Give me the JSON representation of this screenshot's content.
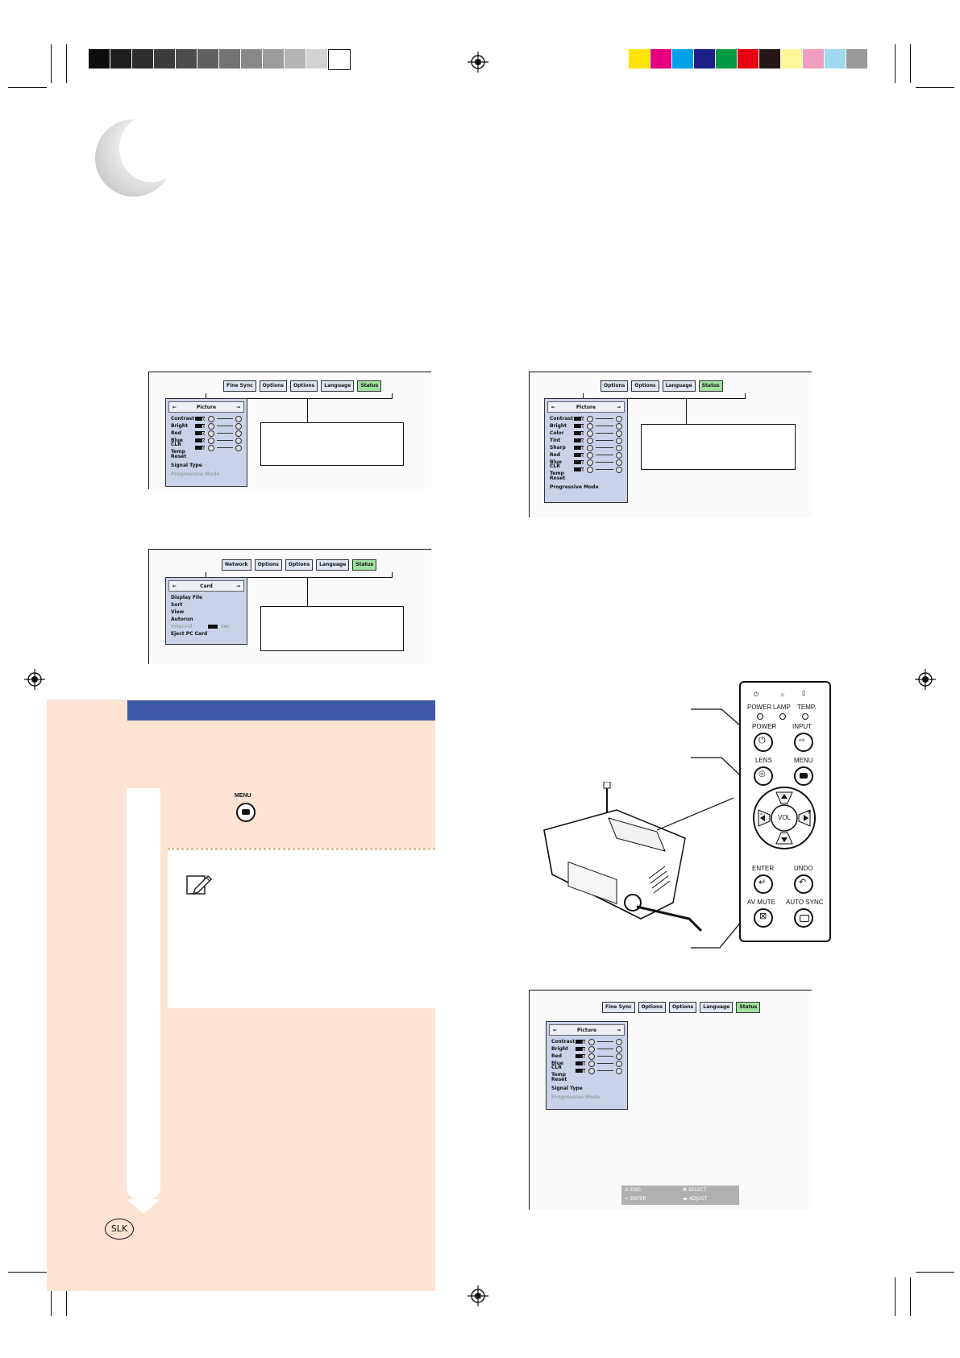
{
  "colors": {
    "gray_swatches": [
      "#0d0d0d",
      "#1e1e1e",
      "#2d2d2d",
      "#3c3c3c",
      "#4d4d4d",
      "#606060",
      "#737373",
      "#888888",
      "#9c9c9c",
      "#b4b4b4",
      "#d2d2d2",
      "#ffffff"
    ],
    "color_swatches": [
      "#ffe600",
      "#e4007f",
      "#00a0e9",
      "#1d2088",
      "#009944",
      "#e60012",
      "#231815",
      "#fff799",
      "#f19ec2",
      "#a0d8ef",
      "#999999"
    ],
    "panel_bg": "#fde3d2",
    "heading_bar": "#3f58a8"
  },
  "figures": {
    "top_left": {
      "tabs": [
        "Fine Sync",
        "Options",
        "Options",
        "Language",
        "Status"
      ],
      "menu_title": "Picture",
      "rows": [
        {
          "label": "Contrast",
          "value": "0"
        },
        {
          "label": "Bright",
          "value": "0"
        },
        {
          "label": "Red",
          "value": "0"
        },
        {
          "label": "Blue",
          "value": "0"
        },
        {
          "label": "CLR Temp",
          "value": "0"
        }
      ],
      "extra": [
        "Reset",
        "Signal Type",
        "Progressive Mode"
      ]
    },
    "top_right": {
      "tabs": [
        "Options",
        "Options",
        "Language",
        "Status"
      ],
      "menu_title": "Picture",
      "rows": [
        {
          "label": "Contrast",
          "value": "0"
        },
        {
          "label": "Bright",
          "value": "0"
        },
        {
          "label": "Color",
          "value": "0"
        },
        {
          "label": "Tint",
          "value": "0"
        },
        {
          "label": "Sharp",
          "value": "0"
        },
        {
          "label": "Red",
          "value": "0"
        },
        {
          "label": "Blue",
          "value": "0"
        },
        {
          "label": "CLR Temp",
          "value": "0"
        }
      ],
      "extra": [
        "Reset",
        "Progressive Mode"
      ]
    },
    "middle_left": {
      "tabs": [
        "Network",
        "Options",
        "Options",
        "Language",
        "Status"
      ],
      "menu_title": "Card",
      "rows": [
        "Display File",
        "Sort",
        "View",
        "Autorun",
        "Interval",
        "Eject PC Card"
      ],
      "interval_unit": "sec"
    },
    "bottom_right": {
      "tabs": [
        "Fine Sync",
        "Options",
        "Options",
        "Language",
        "Status"
      ],
      "menu_title": "Picture",
      "rows": [
        {
          "label": "Contrast",
          "value": "0"
        },
        {
          "label": "Bright",
          "value": "0"
        },
        {
          "label": "Red",
          "value": "0"
        },
        {
          "label": "Blue",
          "value": "0"
        },
        {
          "label": "CLR Temp",
          "value": "0"
        }
      ],
      "extra": [
        "Reset",
        "Signal Type",
        "Progressive Mode"
      ],
      "guide": {
        "end": "END",
        "enter": "ENTER",
        "select": "SELECT",
        "adjust": "ADJUST"
      }
    }
  },
  "panel": {
    "menu_button_label": "MENU",
    "slk_logo": "SLK"
  },
  "remote": {
    "power_led": "POWER",
    "lamp_led": "LAMP",
    "temp_led": "TEMP.",
    "power": "POWER",
    "input": "INPUT",
    "lens": "LENS",
    "menu": "MENU",
    "vol": "VOL",
    "minus": "-",
    "plus": "+",
    "enter": "ENTER",
    "undo": "UNDO",
    "av_mute": "AV MUTE",
    "auto_sync": "AUTO SYNC"
  }
}
